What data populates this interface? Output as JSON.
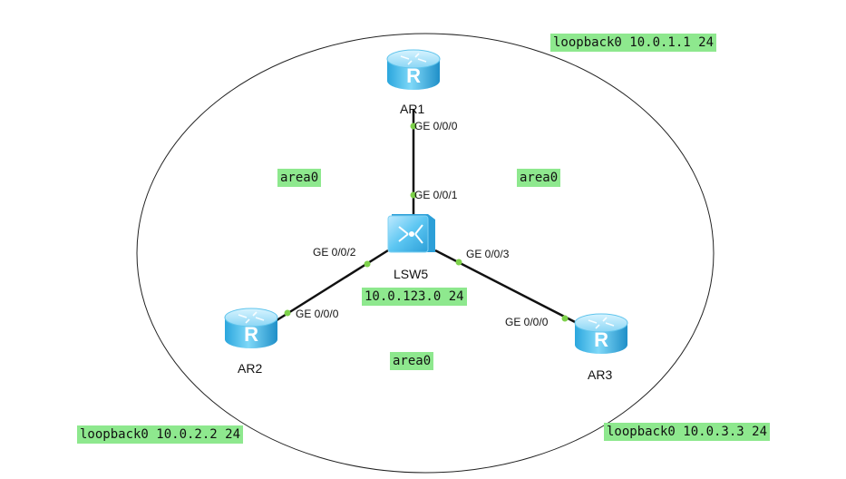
{
  "devices": {
    "ar1": {
      "name": "AR1",
      "type": "router"
    },
    "ar2": {
      "name": "AR2",
      "type": "router"
    },
    "ar3": {
      "name": "AR3",
      "type": "router"
    },
    "lsw5": {
      "name": "LSW5",
      "type": "switch"
    }
  },
  "ports": {
    "ar1_ge000": "GE 0/0/0",
    "lsw5_ge001": "GE 0/0/1",
    "lsw5_ge002": "GE 0/0/2",
    "lsw5_ge003": "GE 0/0/3",
    "ar2_ge000": "GE 0/0/0",
    "ar3_ge000": "GE 0/0/0"
  },
  "areas": {
    "left": "area0",
    "right": "area0",
    "bottom": "area0"
  },
  "subnet": "10.0.123.0 24",
  "loopbacks": {
    "ar1": "loopback0 10.0.1.1 24",
    "ar2": "loopback0 10.0.2.2 24",
    "ar3": "loopback0 10.0.3.3 24"
  },
  "colors": {
    "label_bg": "#8ee88e",
    "port_dot": "#7dd14a",
    "link": "#111111",
    "device_blue": "#3db8ec"
  }
}
